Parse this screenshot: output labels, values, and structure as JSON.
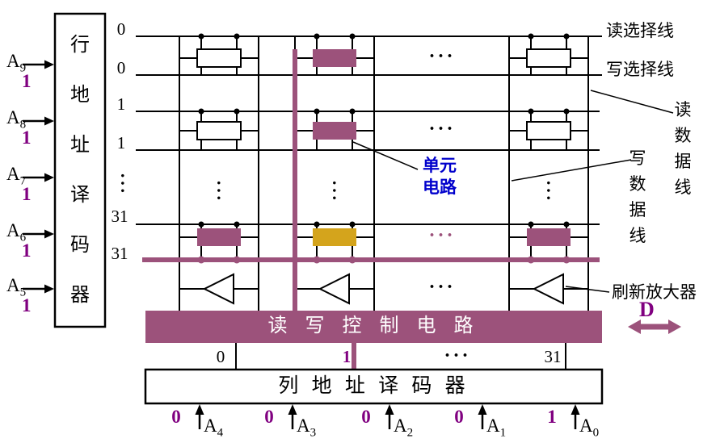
{
  "colors": {
    "mauve": "#9C527B",
    "gold": "#D4A41C",
    "blue": "#0000CC",
    "digit_purple": "#800080"
  },
  "row_decoder": {
    "label": "行地址译码器"
  },
  "control_bar": {
    "label": "读 写 控 制 电 路"
  },
  "col_decoder": {
    "label": "列 地 址 译 码 器"
  },
  "left_inputs": [
    {
      "base": "A",
      "sub": "9",
      "bit": "1"
    },
    {
      "base": "A",
      "sub": "8",
      "bit": "1"
    },
    {
      "base": "A",
      "sub": "7",
      "bit": "1"
    },
    {
      "base": "A",
      "sub": "6",
      "bit": "1"
    },
    {
      "base": "A",
      "sub": "5",
      "bit": "1"
    }
  ],
  "bottom_inputs": [
    {
      "bit": "0",
      "base": "A",
      "sub": "4"
    },
    {
      "bit": "0",
      "base": "A",
      "sub": "3"
    },
    {
      "bit": "0",
      "base": "A",
      "sub": "2"
    },
    {
      "bit": "0",
      "base": "A",
      "sub": "1"
    },
    {
      "bit": "1",
      "base": "A",
      "sub": "0"
    }
  ],
  "row_numbers": [
    "0",
    "0",
    "1",
    "1",
    "31",
    "31"
  ],
  "column_taps": {
    "c0": "0",
    "c1": "1",
    "dots": "···",
    "c31": "31"
  },
  "labels": {
    "read_select": "读选择线",
    "write_select": "写选择线",
    "read_data": "读数据线",
    "write_data": "写数据线",
    "refresh_amp": "刷新放大器",
    "cell_circuit": "单元电路",
    "data_io": "D"
  },
  "ellipsis": {
    "h": "···",
    "v": "···"
  }
}
